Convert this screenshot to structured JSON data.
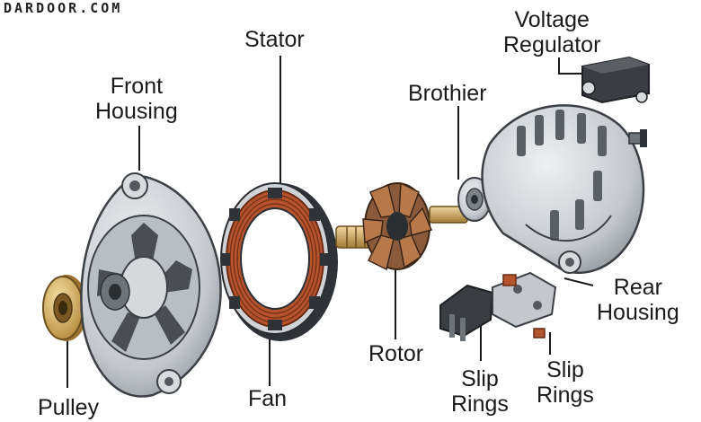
{
  "watermark": "DARDOOR.COM",
  "labels": {
    "stator": "Stator",
    "front_housing": [
      "Front",
      "Housing"
    ],
    "voltage_regulator": [
      "Voltage",
      "Regulator"
    ],
    "brothier": "Brothier",
    "rear_housing": [
      "Rear",
      "Housing"
    ],
    "rotor": "Rotor",
    "slip_rings_1": [
      "Slip",
      "Rings"
    ],
    "slip_rings_2": [
      "Slip",
      "Rings"
    ],
    "fan": "Fan",
    "pulley": "Pulley"
  },
  "colors": {
    "metal": "#c9ccd0",
    "metal_dark": "#8e9399",
    "copper": "#b5542e",
    "brass": "#d7b46a",
    "stator_core": "#2f3338",
    "rotor_pole": "#8a5a3a",
    "line": "#1a1a1a"
  }
}
